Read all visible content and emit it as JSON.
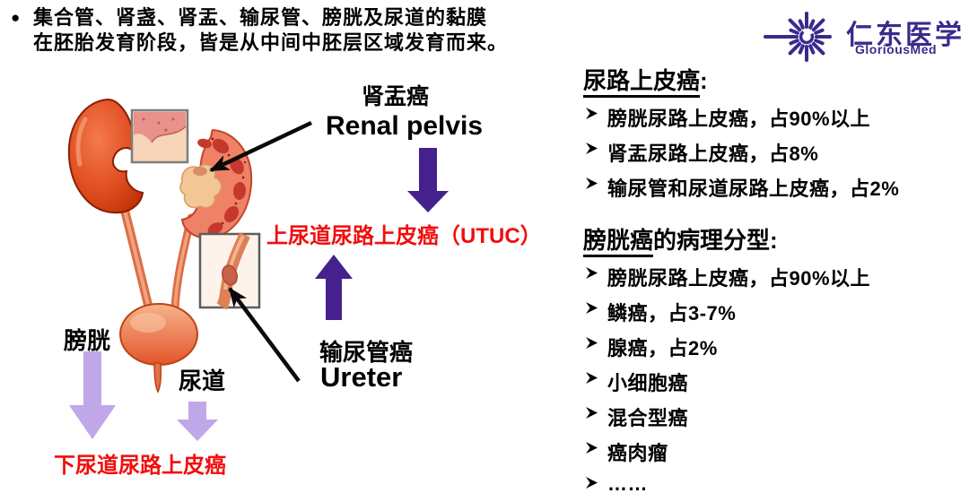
{
  "colors": {
    "text": "#000000",
    "highlight_red": "#f20d0d",
    "arrow_dark_purple": "#45218d",
    "arrow_lavender": "#c0a7e8",
    "logo_purple": "#3b2a8c"
  },
  "intro": {
    "bullet_glyph": "●",
    "line1": "集合管、肾盏、肾盂、输尿管、膀胱及尿道的黏膜",
    "line2": "在胚胎发育阶段，皆是从中间中胚层区域发育而来。"
  },
  "logo": {
    "name_cn": "仁东医学",
    "name_en": "GloriousMed"
  },
  "diagram": {
    "renal_pelvis_cancer_cn": "肾盂癌",
    "renal_pelvis_en": "Renal pelvis",
    "upper_tract_label": "上尿道尿路上皮癌（UTUC）",
    "ureter_cancer_cn": "输尿管癌",
    "ureter_en": "Ureter",
    "bladder_cn": "膀胱",
    "urethra_cn": "尿道",
    "lower_tract_label": "下尿道尿路上皮癌"
  },
  "urothelial_section": {
    "title": "尿路上皮癌",
    "title_colon": ":",
    "items": [
      "膀胱尿路上皮癌，占90%以上",
      "肾盂尿路上皮癌，占8%",
      "输尿管和尿道尿路上皮癌，占2%"
    ]
  },
  "bladder_section": {
    "title_underlined": "膀胱癌",
    "title_rest": "的病理分型:",
    "items": [
      "膀胱尿路上皮癌，占90%以上",
      "鳞癌，占3-7%",
      "腺癌，占2%",
      "小细胞癌",
      "混合型癌",
      "癌肉瘤",
      "……"
    ]
  }
}
